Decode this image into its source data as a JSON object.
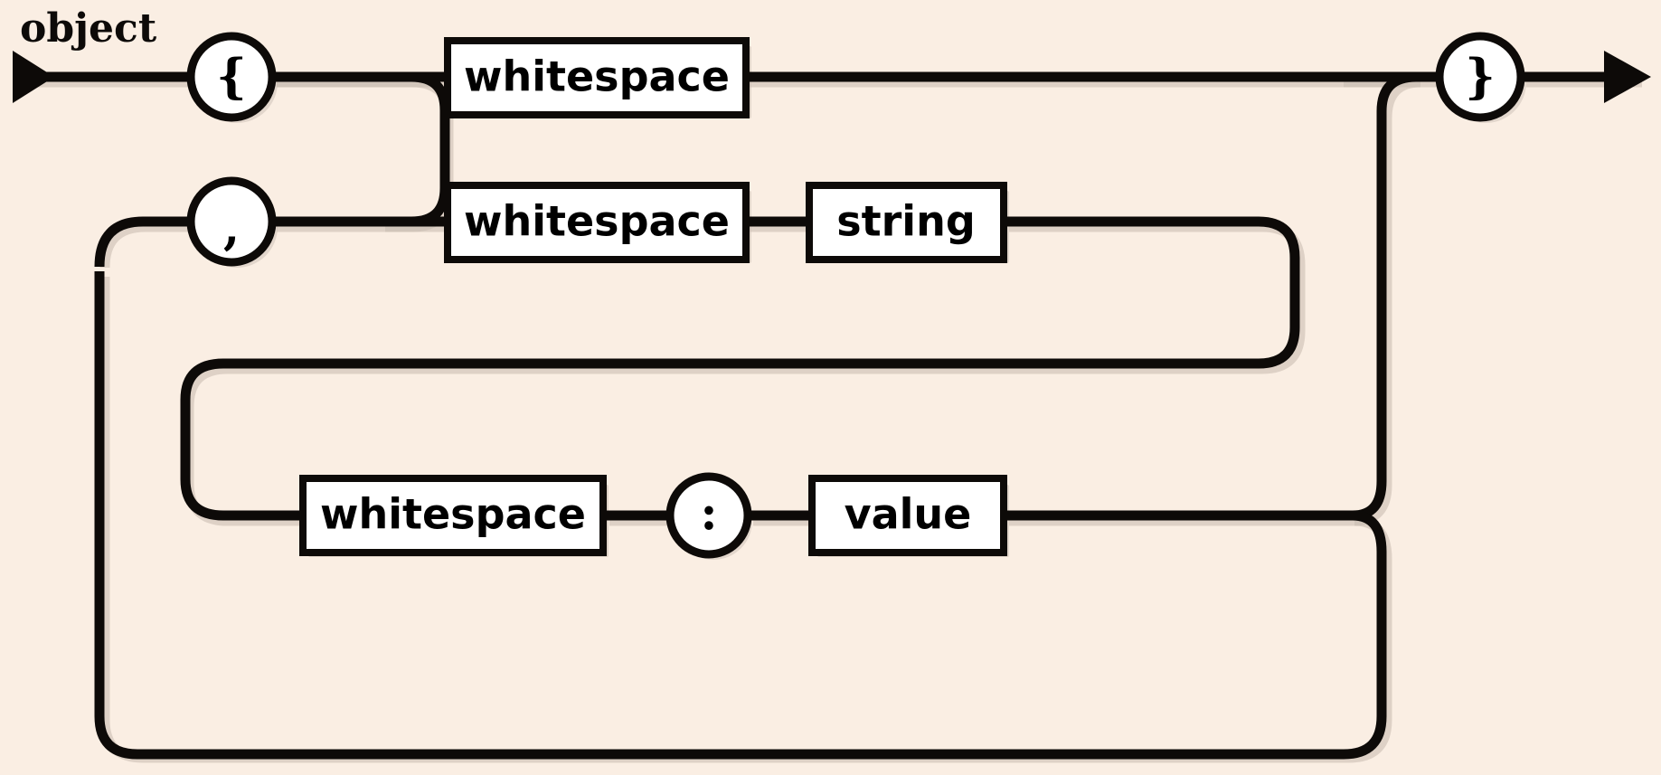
{
  "diagram": {
    "kind": "railroad-syntax-diagram",
    "title": "object",
    "background_color": "#faeee3",
    "line_color": "#0d0a08",
    "box_fill_color": "#ffffff",
    "shadow_color": "#6b5c51",
    "entry_marker": "left-arrow",
    "exit_marker": "right-arrow",
    "nodes": {
      "open_brace": {
        "label": "{",
        "shape": "circle",
        "kind": "terminal"
      },
      "close_brace": {
        "label": "}",
        "shape": "circle",
        "kind": "terminal"
      },
      "comma": {
        "label": ",",
        "shape": "circle",
        "kind": "terminal"
      },
      "colon": {
        "label": ":",
        "shape": "circle",
        "kind": "terminal"
      },
      "whitespace_top": {
        "label": "whitespace",
        "shape": "box",
        "kind": "nonterminal"
      },
      "whitespace_mid": {
        "label": "whitespace",
        "shape": "box",
        "kind": "nonterminal"
      },
      "whitespace_bottom": {
        "label": "whitespace",
        "shape": "box",
        "kind": "nonterminal"
      },
      "string": {
        "label": "string",
        "shape": "box",
        "kind": "nonterminal"
      },
      "value": {
        "label": "value",
        "shape": "box",
        "kind": "nonterminal"
      }
    },
    "paths": [
      "entry -> { -> whitespace -> }  -> exit",
      "{ -> whitespace -> string -> whitespace -> : -> value -> }",
      "value -> , -> whitespace -> string  (repeat)"
    ]
  }
}
